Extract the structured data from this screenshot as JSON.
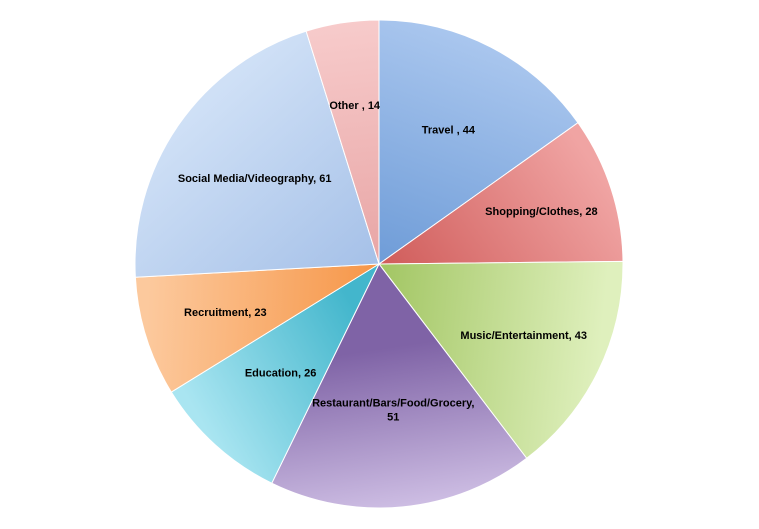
{
  "chart_data": {
    "type": "pie",
    "title": "",
    "slices": [
      {
        "label": "Travel",
        "value": 44,
        "display": "Travel , 44",
        "color": "#5b8ed0",
        "color_light": "#a9c6ee"
      },
      {
        "label": "Shopping/Clothes",
        "value": 28,
        "display": "Shopping/Clothes, 28",
        "color": "#c94d4b",
        "color_light": "#f0a4a3"
      },
      {
        "label": "Music/Entertainment",
        "value": 43,
        "display": "Music/Entertainment, 43",
        "color": "#a4c766",
        "color_light": "#dff0bd"
      },
      {
        "label": "Restaurant/Bars/Food/Grocery",
        "value": 51,
        "display": [
          "Restaurant/Bars/Food/Grocery,",
          "51"
        ],
        "color": "#7f63a6",
        "color_light": "#cdbde3"
      },
      {
        "label": "Education",
        "value": 26,
        "display": "Education, 26",
        "color": "#43b6cc",
        "color_light": "#a9e5f1"
      },
      {
        "label": "Recruitment",
        "value": 23,
        "display": "Recruitment, 23",
        "color": "#f69546",
        "color_light": "#fcc99d"
      },
      {
        "label": "Social Media/Videography",
        "value": 61,
        "display": "Social Media/Videography, 61",
        "color": "#9ab8e4",
        "color_light": "#cfe0f6"
      },
      {
        "label": "Other",
        "value": 14,
        "display": "Other , 14",
        "color": "#e39898",
        "color_light": "#f7cbcb"
      }
    ],
    "start": "12 o'clock",
    "direction": "clockwise",
    "legend": "none",
    "data_labels": "inside slices"
  }
}
